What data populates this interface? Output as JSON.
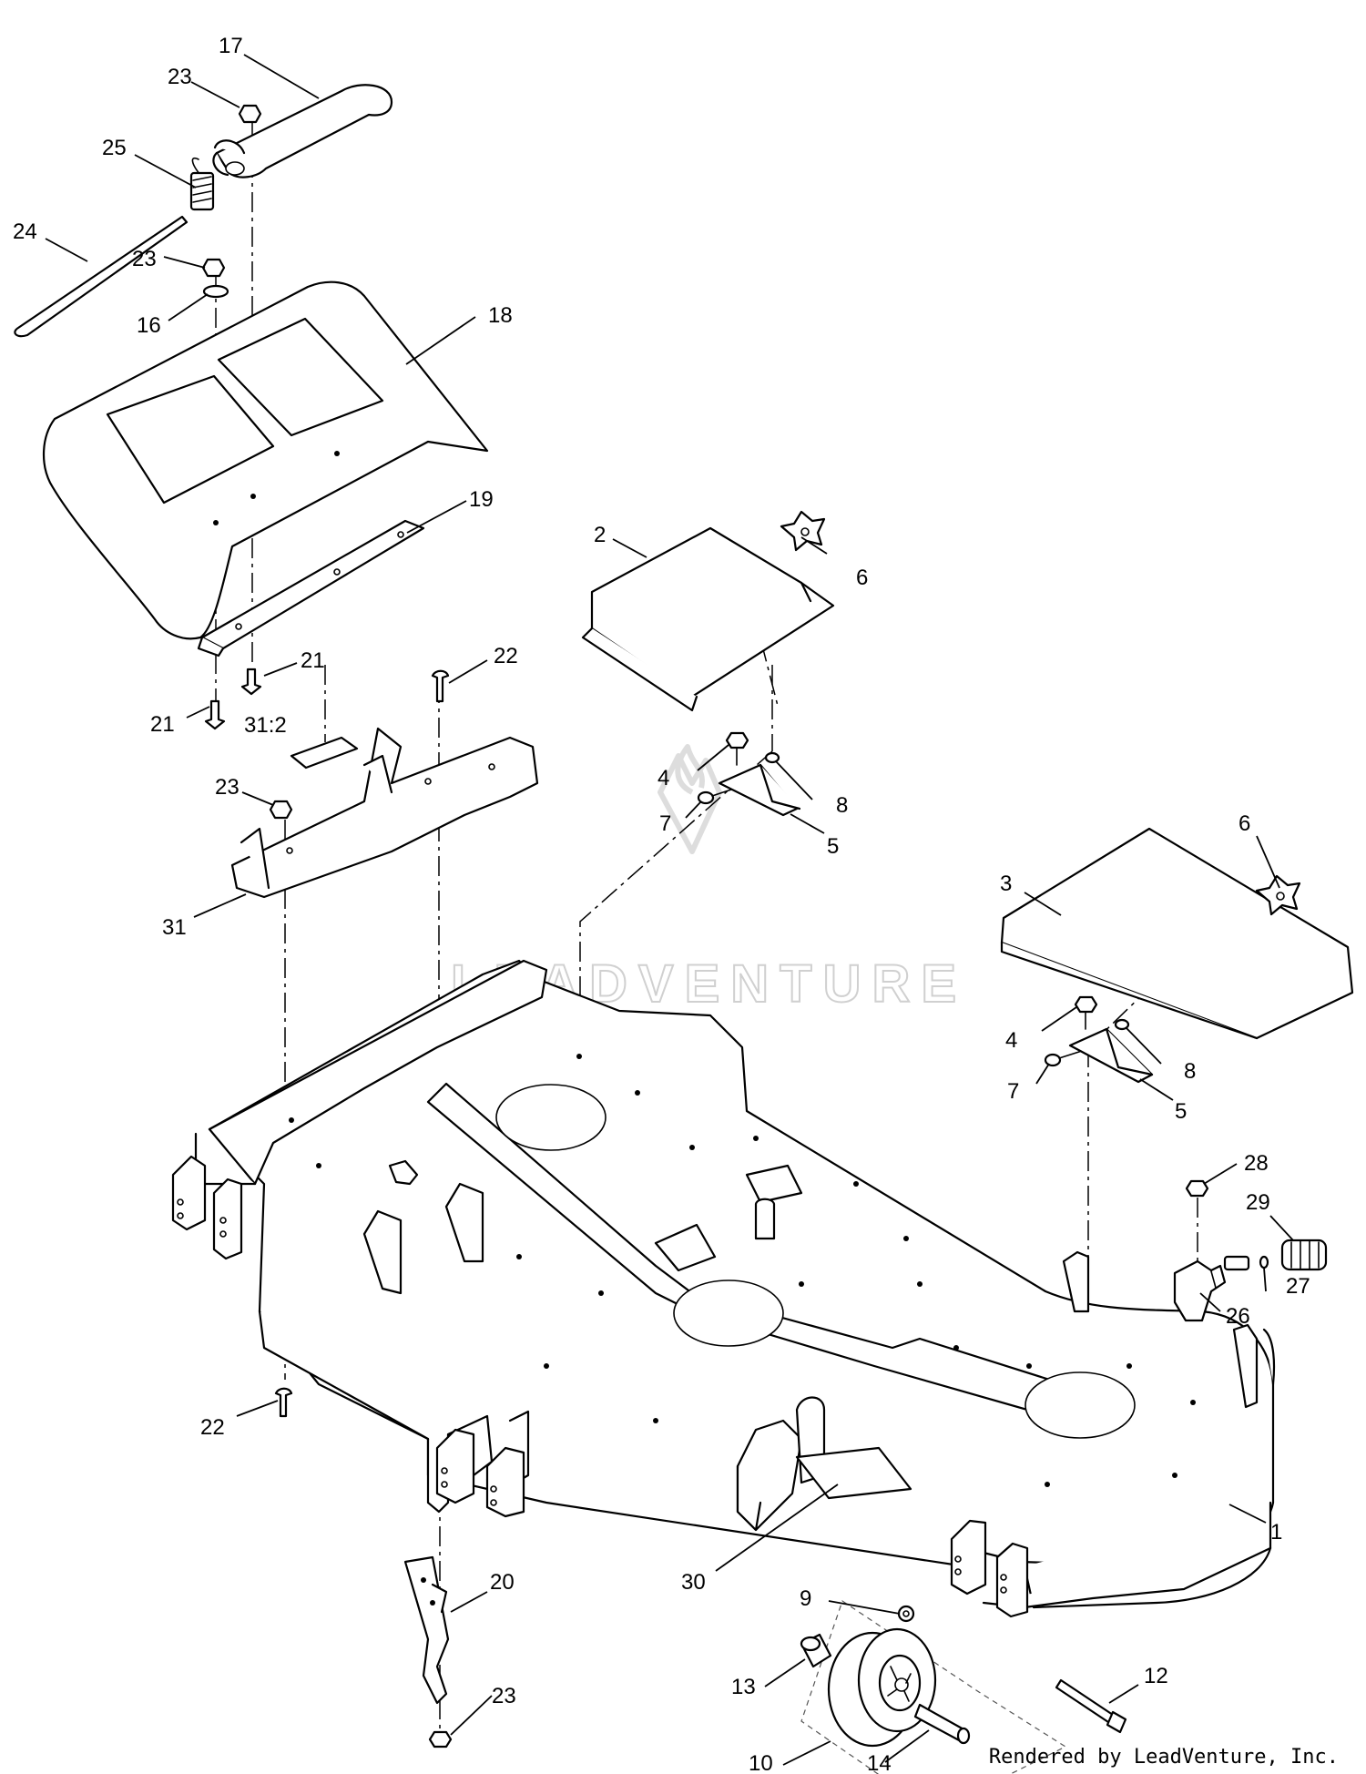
{
  "diagram": {
    "watermark": "LEADVENTURE",
    "credit": "Rendered by LeadVenture, Inc.",
    "callouts": [
      {
        "id": "c17",
        "label": "17"
      },
      {
        "id": "c23a",
        "label": "23"
      },
      {
        "id": "c25",
        "label": "25"
      },
      {
        "id": "c24",
        "label": "24"
      },
      {
        "id": "c23b",
        "label": "23"
      },
      {
        "id": "c16",
        "label": "16"
      },
      {
        "id": "c18",
        "label": "18"
      },
      {
        "id": "c19",
        "label": "19"
      },
      {
        "id": "c21a",
        "label": "21"
      },
      {
        "id": "c21b",
        "label": "21"
      },
      {
        "id": "c22a",
        "label": "22"
      },
      {
        "id": "c31_2",
        "label": "31:2"
      },
      {
        "id": "c23c",
        "label": "23"
      },
      {
        "id": "c31",
        "label": "31"
      },
      {
        "id": "c2",
        "label": "2"
      },
      {
        "id": "c6a",
        "label": "6"
      },
      {
        "id": "c4a",
        "label": "4"
      },
      {
        "id": "c8a",
        "label": "8"
      },
      {
        "id": "c7a",
        "label": "7"
      },
      {
        "id": "c5a",
        "label": "5"
      },
      {
        "id": "c6b",
        "label": "6"
      },
      {
        "id": "c3",
        "label": "3"
      },
      {
        "id": "c4b",
        "label": "4"
      },
      {
        "id": "c8b",
        "label": "8"
      },
      {
        "id": "c7b",
        "label": "7"
      },
      {
        "id": "c5b",
        "label": "5"
      },
      {
        "id": "c28",
        "label": "28"
      },
      {
        "id": "c29",
        "label": "29"
      },
      {
        "id": "c27",
        "label": "27"
      },
      {
        "id": "c26",
        "label": "26"
      },
      {
        "id": "c22b",
        "label": "22"
      },
      {
        "id": "c1",
        "label": "1"
      },
      {
        "id": "c30",
        "label": "30"
      },
      {
        "id": "c20",
        "label": "20"
      },
      {
        "id": "c9",
        "label": "9"
      },
      {
        "id": "c13",
        "label": "13"
      },
      {
        "id": "c12",
        "label": "12"
      },
      {
        "id": "c23d",
        "label": "23"
      },
      {
        "id": "c10",
        "label": "10"
      },
      {
        "id": "c14",
        "label": "14"
      }
    ]
  }
}
